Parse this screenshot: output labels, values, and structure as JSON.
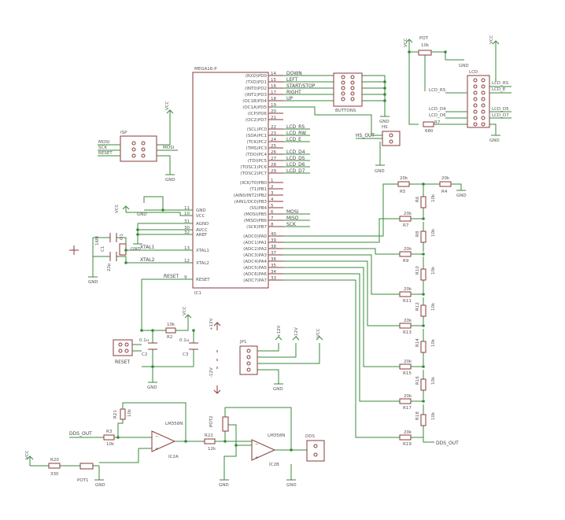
{
  "ic1": {
    "part": "MEGA16-P",
    "name": "IC1",
    "left_pins": [
      {
        "num": "11",
        "name": "GND"
      },
      {
        "num": "10",
        "name": "VCC"
      },
      {
        "num": "31",
        "name": "AGND"
      },
      {
        "num": "30",
        "name": "AVCC"
      },
      {
        "num": "32",
        "name": "AREF"
      },
      {
        "num": "13",
        "name": "XTAL1"
      },
      {
        "num": "12",
        "name": "XTAL2"
      },
      {
        "num": "9",
        "name": "RESET"
      }
    ],
    "right_pins": [
      {
        "num": "14",
        "name": "(RXD)PD0",
        "net": "DOWN"
      },
      {
        "num": "15",
        "name": "(TXD)PD1",
        "net": "LEFT"
      },
      {
        "num": "16",
        "name": "(INT0)PD2",
        "net": "START/STOP"
      },
      {
        "num": "17",
        "name": "(INT1)PD3",
        "net": "RIGHT"
      },
      {
        "num": "18",
        "name": "(OC1B)PD4",
        "net": "UP"
      },
      {
        "num": "19",
        "name": "(OC1A)PD5",
        "net": ""
      },
      {
        "num": "20",
        "name": "(ICP)PD6",
        "net": ""
      },
      {
        "num": "21",
        "name": "(OC2)PD7",
        "net": ""
      },
      {
        "num": "22",
        "name": "(SCL)PC0",
        "net": "LCD_RS"
      },
      {
        "num": "23",
        "name": "(SDA)PC1",
        "net": "LCD_RW"
      },
      {
        "num": "24",
        "name": "(TCK)PC2",
        "net": "LCD_E"
      },
      {
        "num": "25",
        "name": "(TMS)PC3",
        "net": ""
      },
      {
        "num": "26",
        "name": "(TDO)PC4",
        "net": "LCD_D4"
      },
      {
        "num": "27",
        "name": "(TDI)PC5",
        "net": "LCD_D5"
      },
      {
        "num": "28",
        "name": "(TOSC1)PC6",
        "net": "LCD_D6"
      },
      {
        "num": "29",
        "name": "(TOSC2)PC7",
        "net": "LCD_D7"
      },
      {
        "num": "1",
        "name": "(XCK/T0)PB0",
        "net": ""
      },
      {
        "num": "2",
        "name": "(T1)PB1",
        "net": ""
      },
      {
        "num": "3",
        "name": "(AIN0/INT2)PB2",
        "net": ""
      },
      {
        "num": "4",
        "name": "(AIN1/OC0)PB3",
        "net": ""
      },
      {
        "num": "5",
        "name": "(SS)PB4",
        "net": ""
      },
      {
        "num": "6",
        "name": "(MOSI)PB5",
        "net": "MOSI"
      },
      {
        "num": "7",
        "name": "(MISO)PB6",
        "net": "MISO"
      },
      {
        "num": "8",
        "name": "(SCK)PB7",
        "net": "SCK"
      },
      {
        "num": "40",
        "name": "(ADC0)PA0",
        "net": ""
      },
      {
        "num": "39",
        "name": "(ADC1)PA1",
        "net": ""
      },
      {
        "num": "38",
        "name": "(ADC2)PA2",
        "net": ""
      },
      {
        "num": "37",
        "name": "(ADC3)PA3",
        "net": ""
      },
      {
        "num": "36",
        "name": "(ADC4)PA4",
        "net": ""
      },
      {
        "num": "35",
        "name": "(ADC5)PA5",
        "net": ""
      },
      {
        "num": "34",
        "name": "(ADC6)PA6",
        "net": ""
      },
      {
        "num": "33",
        "name": "(ADC7)PA7",
        "net": ""
      }
    ]
  },
  "labels": {
    "buttons": "BUTTONS",
    "hs": "HS",
    "hs_out": "HS_OUT",
    "isp": "ISP",
    "mosi": "MOSI",
    "sck": "SCK",
    "reset_net": "RESET",
    "pot": "POT",
    "pot_val": "10k",
    "lcd": "LCD",
    "lcd_rs": "LCD_RS",
    "lcd_e": "LCD_E",
    "lcd_d4": "LCD_D4",
    "lcd_d5": "LCD_D5",
    "lcd_d6": "LCD_D6",
    "lcd_d7": "LCD_D7",
    "r7": "R7",
    "r7_val": "680",
    "vcc": "VCC",
    "gnd": "GND",
    "xtal1": "XTAL1",
    "xtal2": "XTAL2",
    "c1": "C1",
    "c1_val": "22p",
    "q1": "Q1",
    "q1_val": "16M",
    "c2": "C2",
    "c3": "C3",
    "c_val": "0.1u",
    "r2": "R2",
    "r2_val": "10k",
    "reset_btn": "RESET",
    "jp1": "JP1",
    "plus12v": "+12V",
    "minus12v": "-12V",
    "dds_out": "DDS_OUT",
    "dds": "DDS",
    "r3": "R3",
    "r21": "R21",
    "r22": "R22",
    "r20": "R20",
    "r_val": "10k",
    "r22_val": "12k",
    "r20_val": "330",
    "pot1": "POT1",
    "pot2": "POT2",
    "op_amp": "LM358N",
    "ic2a": "IC2A",
    "ic2b": "IC2B"
  },
  "ladder": {
    "top_left": "R5",
    "top_right": "R4",
    "rows": [
      "R7",
      "R9",
      "R11",
      "R13",
      "R15",
      "R17",
      "R19"
    ],
    "verticals": [
      "R6",
      "R8",
      "R10",
      "R12",
      "R14",
      "R16",
      "R18"
    ],
    "value_h": "20k",
    "value_v": "10k",
    "out_label": "DDS_OUT"
  }
}
